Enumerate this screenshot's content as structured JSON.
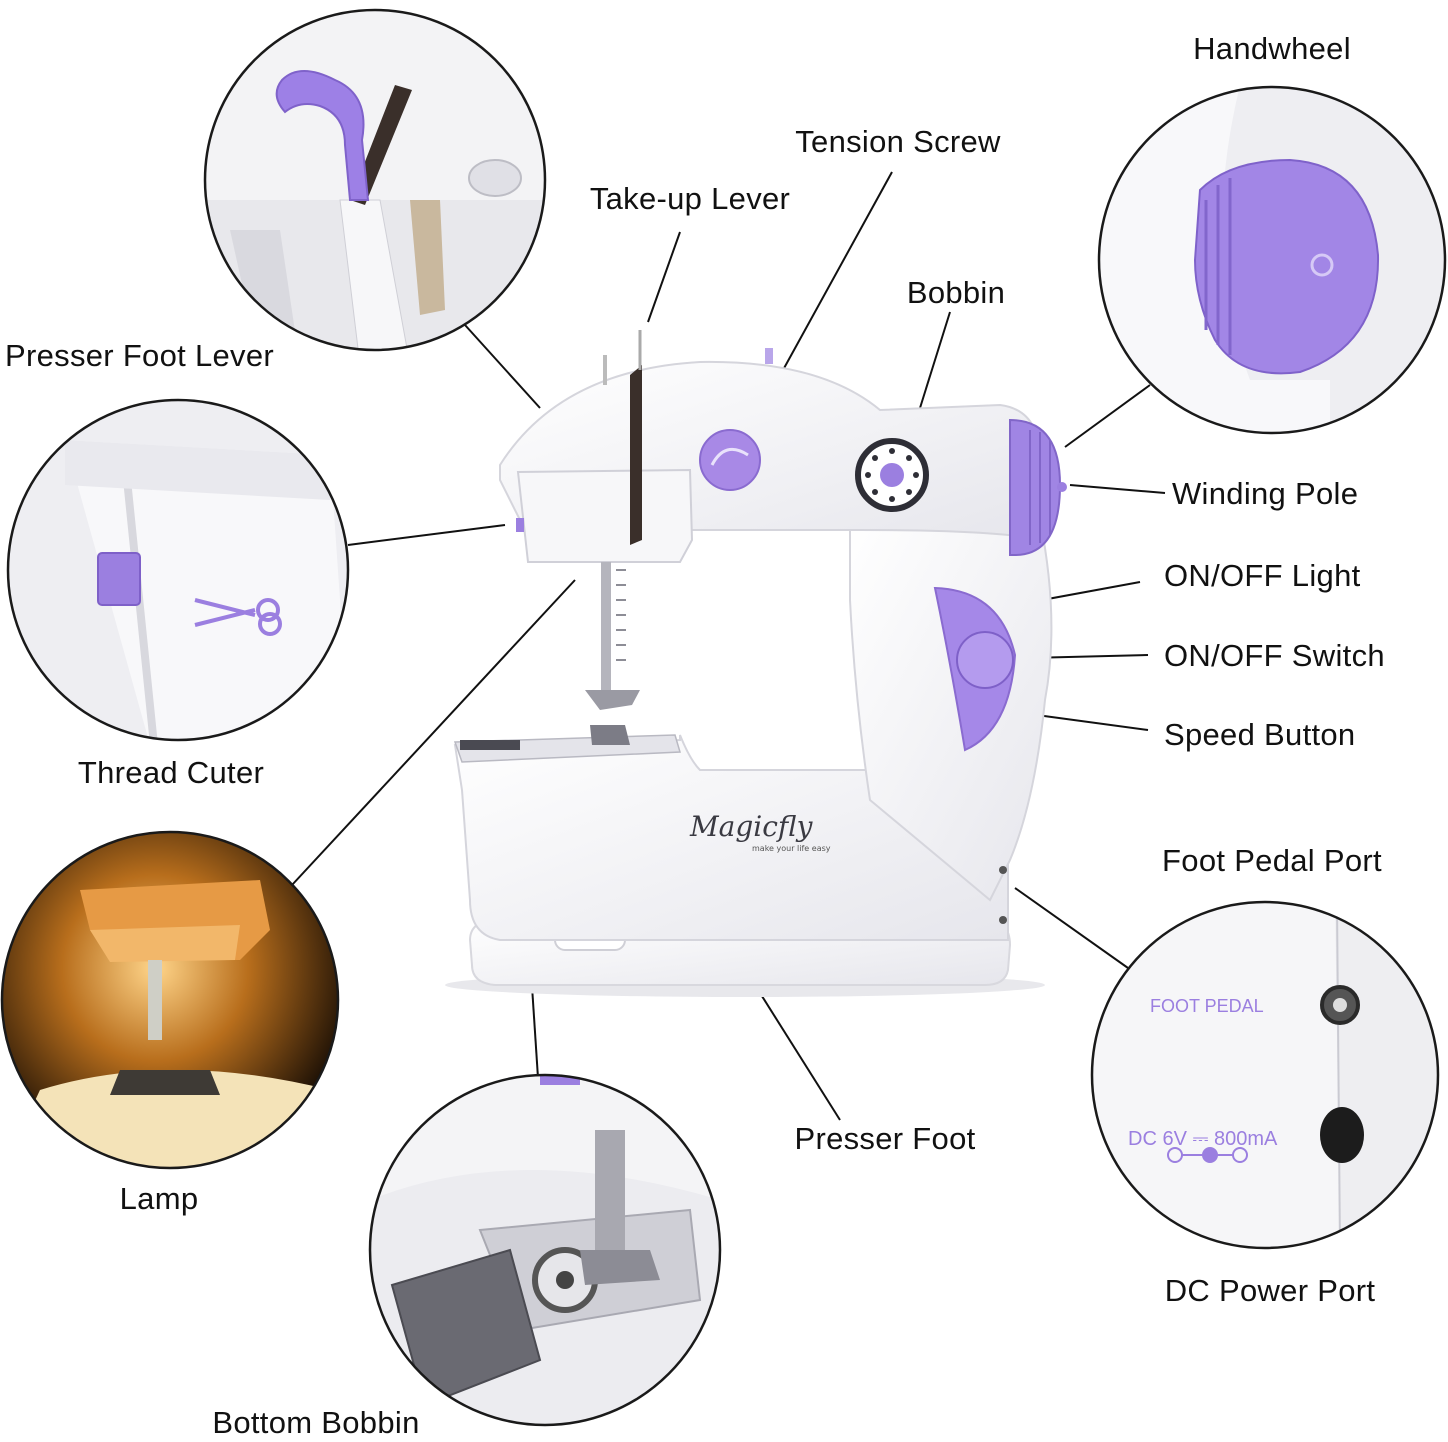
{
  "labels": {
    "handwheel": "Handwheel",
    "tension_screw": "Tension Screw",
    "take_up_lever": "Take-up Lever",
    "bobbin": "Bobbin",
    "presser_foot_lever": "Presser Foot Lever",
    "winding_pole": "Winding Pole",
    "on_off_light": "ON/OFF Light",
    "on_off_switch": "ON/OFF Switch",
    "speed_button": "Speed Button",
    "thread_cutter": "Thread Cuter",
    "foot_pedal_port": "Foot Pedal Port",
    "lamp": "Lamp",
    "presser_foot": "Presser Foot",
    "dc_power_port": "DC Power Port",
    "bottom_bobbin": "Bottom Bobbin"
  },
  "brand": {
    "name": "Magicfly",
    "tagline": "make your life easy"
  },
  "ports_panel": {
    "foot_pedal": "FOOT PEDAL",
    "dc_rating": "DC 6V ⎓ 800mA"
  },
  "colors": {
    "accent": "#9b7fe0",
    "body": "#f4f4f6",
    "line": "#111111"
  }
}
